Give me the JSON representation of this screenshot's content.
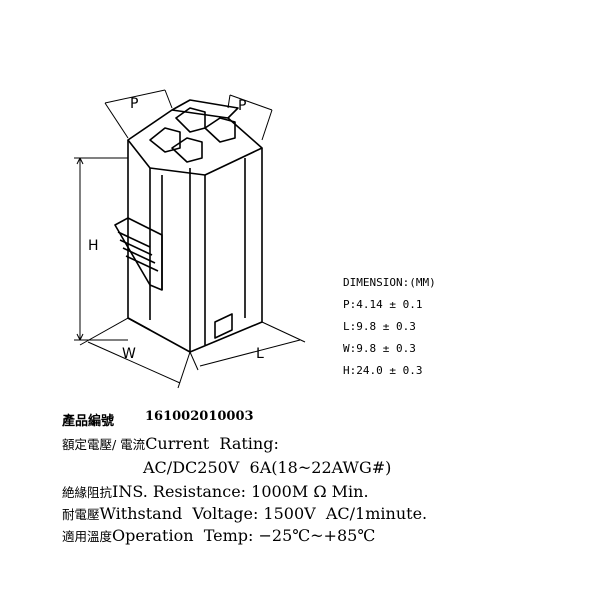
{
  "drawing": {
    "labels": {
      "p_left": "P",
      "p_right": "P",
      "h": "H",
      "w": "W",
      "l": "L"
    }
  },
  "dimensions": {
    "title": "DIMENSION:(MM)",
    "rows": [
      "P:4.14 ± 0.1",
      "L:9.8 ± 0.3",
      "W:9.8 ± 0.3",
      "H:24.0 ± 0.3"
    ]
  },
  "specs": {
    "part_no_label": "產品編號",
    "part_no": "161002010003",
    "rating_label_zh": "額定電壓/ 電流",
    "rating_label_en": "Current  Rating:",
    "rating_value": "AC/DC250V  6A(18~22AWG#)",
    "ins_label_zh": "絶緣阻抗",
    "ins_value": "INS. Resistance: 1000M Ω Min.",
    "volt_label_zh": "耐電壓",
    "volt_value": "Withstand  Voltage: 1500V  AC/1minute.",
    "temp_label_zh": "適用溫度",
    "temp_value": "Operation  Temp: −25℃~+85℃"
  }
}
